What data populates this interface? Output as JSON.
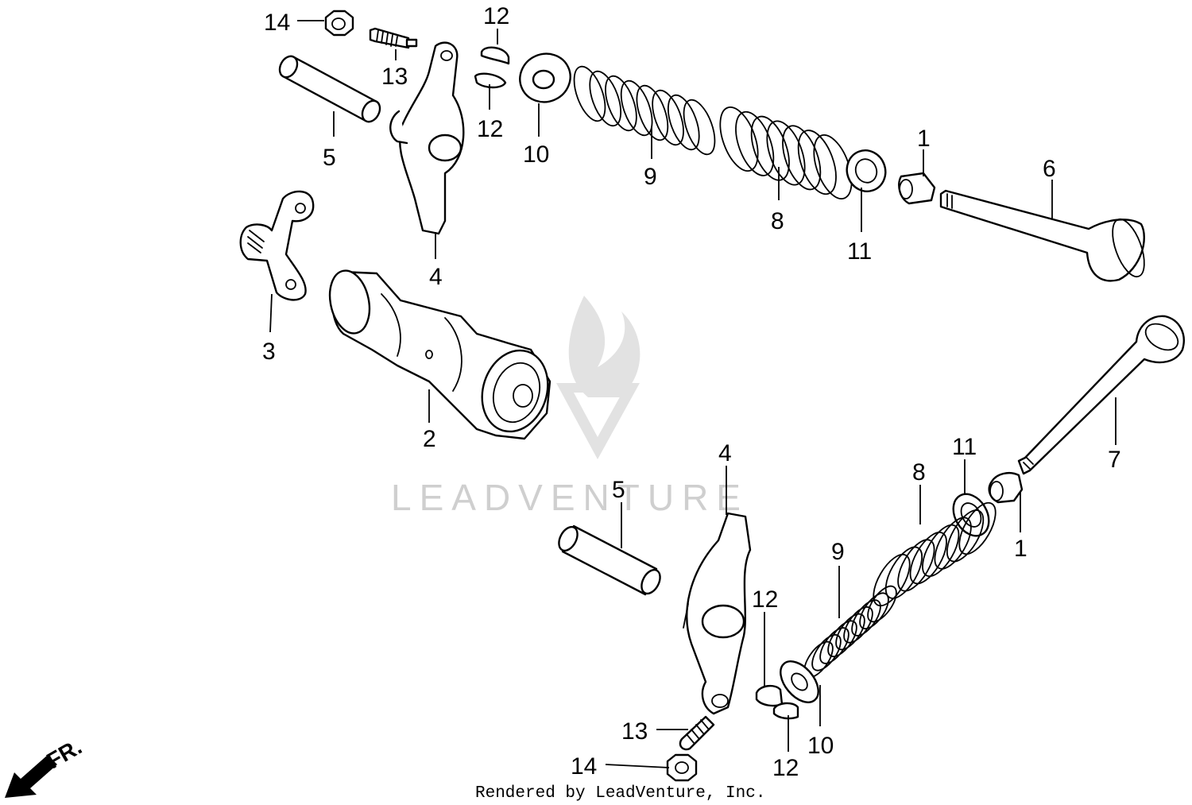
{
  "callouts": {
    "c1a": "1",
    "c1b": "1",
    "c2": "2",
    "c3": "3",
    "c4a": "4",
    "c4b": "4",
    "c5a": "5",
    "c5b": "5",
    "c6": "6",
    "c7": "7",
    "c8a": "8",
    "c8b": "8",
    "c9a": "9",
    "c9b": "9",
    "c10a": "10",
    "c10b": "10",
    "c11a": "11",
    "c11b": "11",
    "c12a": "12",
    "c12b": "12",
    "c12c": "12",
    "c12d": "12",
    "c13a": "13",
    "c13b": "13",
    "c14a": "14",
    "c14b": "14"
  },
  "direction_label": "FR.",
  "watermark": "LEADVENTURE",
  "footer": "Rendered by LeadVenture, Inc."
}
